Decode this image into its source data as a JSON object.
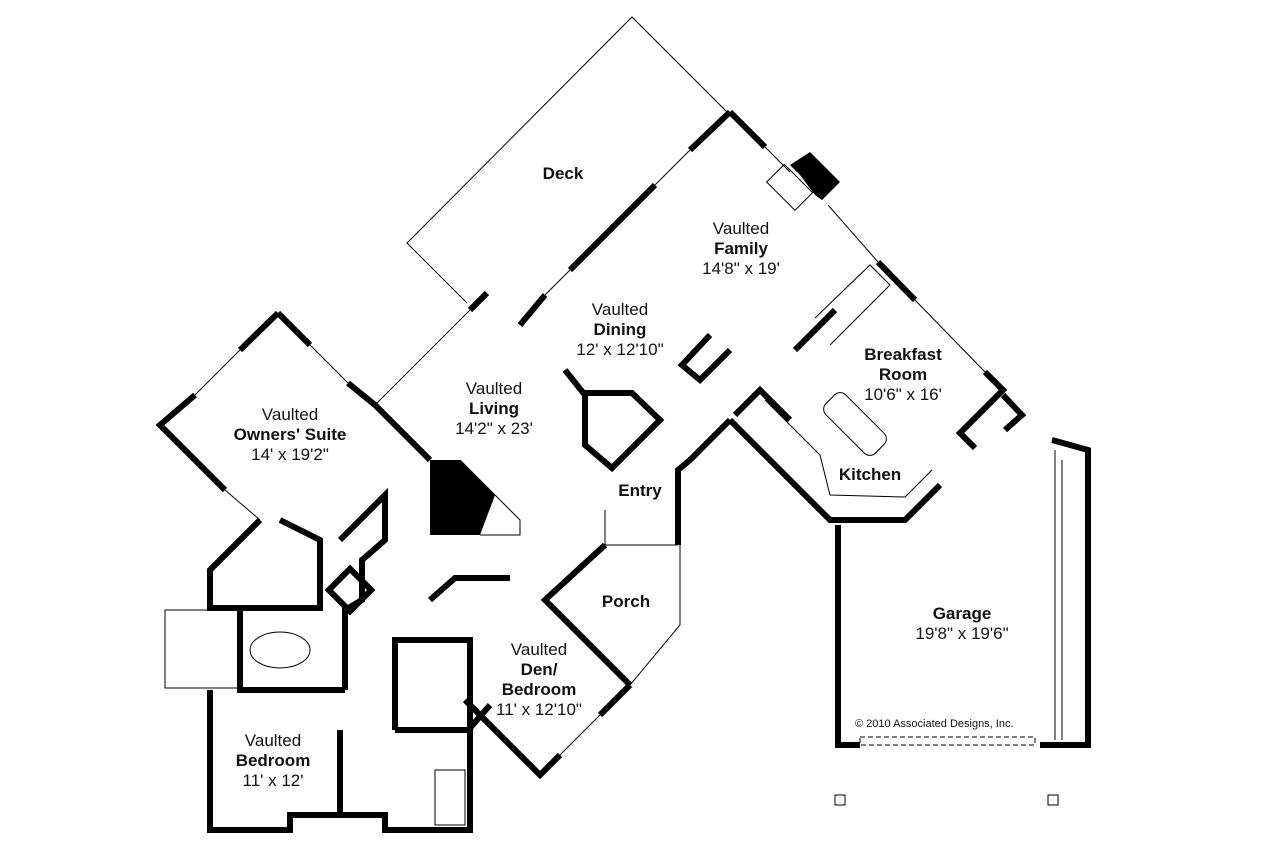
{
  "rooms": [
    {
      "id": "deck",
      "prefix": "",
      "name": "Deck",
      "size": ""
    },
    {
      "id": "family",
      "prefix": "Vaulted",
      "name": "Family",
      "size": "14'8\" x 19'"
    },
    {
      "id": "dining",
      "prefix": "Vaulted",
      "name": "Dining",
      "size": "12' x 12'10\""
    },
    {
      "id": "breakfast",
      "prefix": "",
      "name": "Breakfast Room",
      "size": "10'6\" x 16'"
    },
    {
      "id": "owners",
      "prefix": "Vaulted",
      "name": "Owners' Suite",
      "size": "14' x 19'2\""
    },
    {
      "id": "living",
      "prefix": "Vaulted",
      "name": "Living",
      "size": "14'2\" x 23'"
    },
    {
      "id": "kitchen",
      "prefix": "",
      "name": "Kitchen",
      "size": ""
    },
    {
      "id": "entry",
      "prefix": "",
      "name": "Entry",
      "size": ""
    },
    {
      "id": "porch",
      "prefix": "",
      "name": "Porch",
      "size": ""
    },
    {
      "id": "garage",
      "prefix": "",
      "name": "Garage",
      "size": "19'8\" x 19'6\""
    },
    {
      "id": "den",
      "prefix": "Vaulted",
      "name": "Den/ Bedroom",
      "size": "11' x 12'10\""
    },
    {
      "id": "bedroom",
      "prefix": "Vaulted",
      "name": "Bedroom",
      "size": "11' x 12'"
    }
  ],
  "copyright": "© 2010 Associated Designs, Inc.",
  "colors": {
    "wall": "#000000",
    "background": "#ffffff"
  }
}
